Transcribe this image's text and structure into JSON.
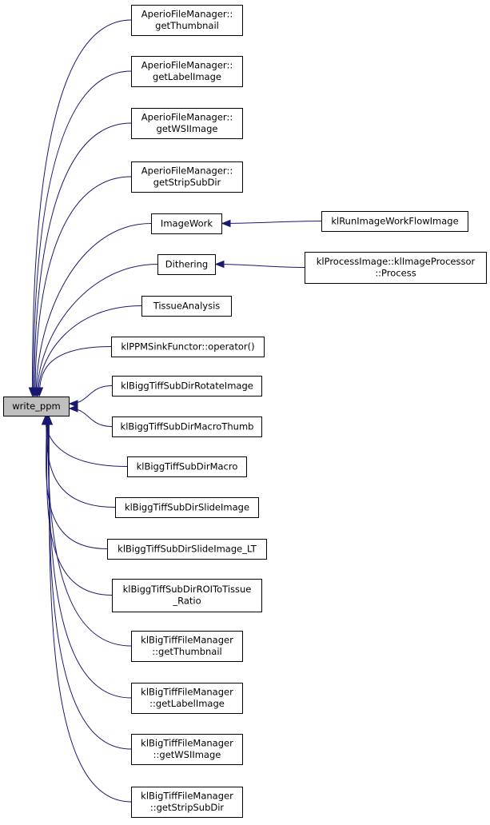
{
  "colors": {
    "edge": "#191970",
    "node_fill": "#ffffff",
    "root_fill": "#bfbfbf",
    "border": "#000000"
  },
  "nodes": [
    {
      "id": "write_ppm",
      "lines": [
        "write_ppm"
      ],
      "root": true
    },
    {
      "id": "aperio_thumb",
      "lines": [
        "AperioFileManager::",
        "getThumbnail"
      ]
    },
    {
      "id": "aperio_label",
      "lines": [
        "AperioFileManager::",
        "getLabelImage"
      ]
    },
    {
      "id": "aperio_wsi",
      "lines": [
        "AperioFileManager::",
        "getWSIImage"
      ]
    },
    {
      "id": "aperio_strip",
      "lines": [
        "AperioFileManager::",
        "getStripSubDir"
      ]
    },
    {
      "id": "imagework",
      "lines": [
        "ImageWork"
      ]
    },
    {
      "id": "dithering",
      "lines": [
        "Dithering"
      ]
    },
    {
      "id": "tissue",
      "lines": [
        "TissueAnalysis"
      ]
    },
    {
      "id": "ppmsink",
      "lines": [
        "klPPMSinkFunctor::operator()"
      ]
    },
    {
      "id": "rotate",
      "lines": [
        "klBiggTiffSubDirRotateImage"
      ]
    },
    {
      "id": "macrothumb",
      "lines": [
        "klBiggTiffSubDirMacroThumb"
      ]
    },
    {
      "id": "macro",
      "lines": [
        "klBiggTiffSubDirMacro"
      ]
    },
    {
      "id": "slide",
      "lines": [
        "klBiggTiffSubDirSlideImage"
      ]
    },
    {
      "id": "slide_lt",
      "lines": [
        "klBiggTiffSubDirSlideImage_LT"
      ]
    },
    {
      "id": "roi",
      "lines": [
        "klBiggTiffSubDirROIToTissue",
        "_Ratio"
      ]
    },
    {
      "id": "big_thumb",
      "lines": [
        "klBigTiffFileManager",
        "::getThumbnail"
      ]
    },
    {
      "id": "big_label",
      "lines": [
        "klBigTiffFileManager",
        "::getLabelImage"
      ]
    },
    {
      "id": "big_wsi",
      "lines": [
        "klBigTiffFileManager",
        "::getWSIImage"
      ]
    },
    {
      "id": "big_strip",
      "lines": [
        "klBigTiffFileManager",
        "::getStripSubDir"
      ]
    },
    {
      "id": "runworkflow",
      "lines": [
        "klRunImageWorkFlowImage"
      ]
    },
    {
      "id": "processor",
      "lines": [
        "klProcessImage::klImageProcessor",
        "::Process"
      ]
    }
  ],
  "edges": [
    {
      "from": "aperio_thumb",
      "to": "write_ppm"
    },
    {
      "from": "aperio_label",
      "to": "write_ppm"
    },
    {
      "from": "aperio_wsi",
      "to": "write_ppm"
    },
    {
      "from": "aperio_strip",
      "to": "write_ppm"
    },
    {
      "from": "imagework",
      "to": "write_ppm"
    },
    {
      "from": "dithering",
      "to": "write_ppm"
    },
    {
      "from": "tissue",
      "to": "write_ppm"
    },
    {
      "from": "ppmsink",
      "to": "write_ppm"
    },
    {
      "from": "rotate",
      "to": "write_ppm"
    },
    {
      "from": "macrothumb",
      "to": "write_ppm"
    },
    {
      "from": "macro",
      "to": "write_ppm"
    },
    {
      "from": "slide",
      "to": "write_ppm"
    },
    {
      "from": "slide_lt",
      "to": "write_ppm"
    },
    {
      "from": "roi",
      "to": "write_ppm"
    },
    {
      "from": "big_thumb",
      "to": "write_ppm"
    },
    {
      "from": "big_label",
      "to": "write_ppm"
    },
    {
      "from": "big_wsi",
      "to": "write_ppm"
    },
    {
      "from": "big_strip",
      "to": "write_ppm"
    },
    {
      "from": "runworkflow",
      "to": "imagework"
    },
    {
      "from": "processor",
      "to": "dithering"
    }
  ]
}
